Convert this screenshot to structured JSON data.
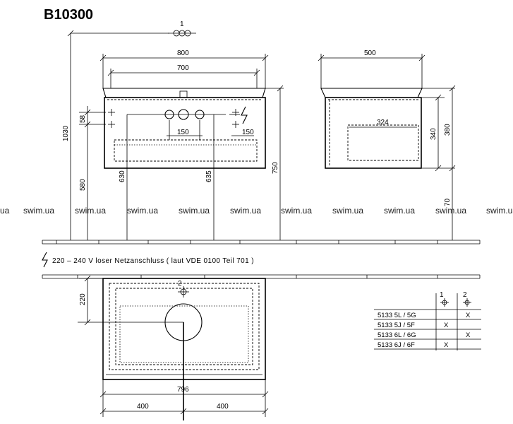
{
  "title": "B10300",
  "front_view": {
    "dimensions": {
      "overall_width": "800",
      "inner_width": "700",
      "height_total": "1030",
      "height_58": "58",
      "height_580": "580",
      "height_630": "630",
      "height_635": "635",
      "height_750": "750",
      "spacing_left": "150",
      "spacing_right": "150"
    },
    "marker_top": "1"
  },
  "side_view": {
    "dimensions": {
      "depth": "500",
      "inner_depth": "324",
      "height_340": "340",
      "height_380": "380",
      "floor_70": "70"
    }
  },
  "watermarks": [
    "ua",
    "swim.ua",
    "swim.ua",
    "swim.ua",
    "swim.ua",
    "swim.ua",
    "swim.ua",
    "swim.ua",
    "swim.ua",
    "swim.ua",
    "swim.ua"
  ],
  "electrical_note": "220 – 240 V loser Netzanschluss ( laut VDE 0100 Teil 701 )",
  "plan_view": {
    "marker": "2",
    "dimensions": {
      "depth_220": "220",
      "width_796": "796",
      "half_left": "400",
      "half_right": "400"
    }
  },
  "variant_table": {
    "headers": [
      "1",
      "2"
    ],
    "rows": [
      {
        "code": "5133 5L / 5G",
        "col1": "",
        "col2": "X"
      },
      {
        "code": "5133 5J / 5F",
        "col1": "X",
        "col2": ""
      },
      {
        "code": "5133 6L / 6G",
        "col1": "",
        "col2": "X"
      },
      {
        "code": "5133 6J / 6F",
        "col1": "X",
        "col2": ""
      }
    ]
  }
}
